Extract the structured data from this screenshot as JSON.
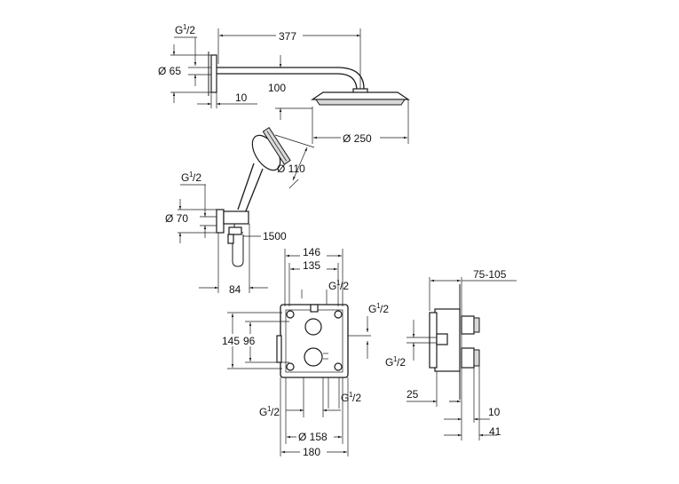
{
  "dims": {
    "shower_arm_length": "377",
    "g_top_head": "G",
    "g_top_tail": "/2",
    "g_sup": "1",
    "flange_dia_top": "Ø 65",
    "arm_drop": "100",
    "arm_offset": "10",
    "head_dia": "Ø 250",
    "hand_dia": "Ø 110",
    "holder_flange_dia": "Ø 70",
    "hose_length": "1500",
    "holder_projection": "84",
    "box_width_outer": "146",
    "box_width_inner": "135",
    "box_height_outer": "145",
    "box_height_inner": "96",
    "cover_dia": "Ø 158",
    "cover_width": "180",
    "depth_range": "75-105",
    "wall_depth": "25",
    "cover_depth": "10",
    "total_depth": "41"
  }
}
